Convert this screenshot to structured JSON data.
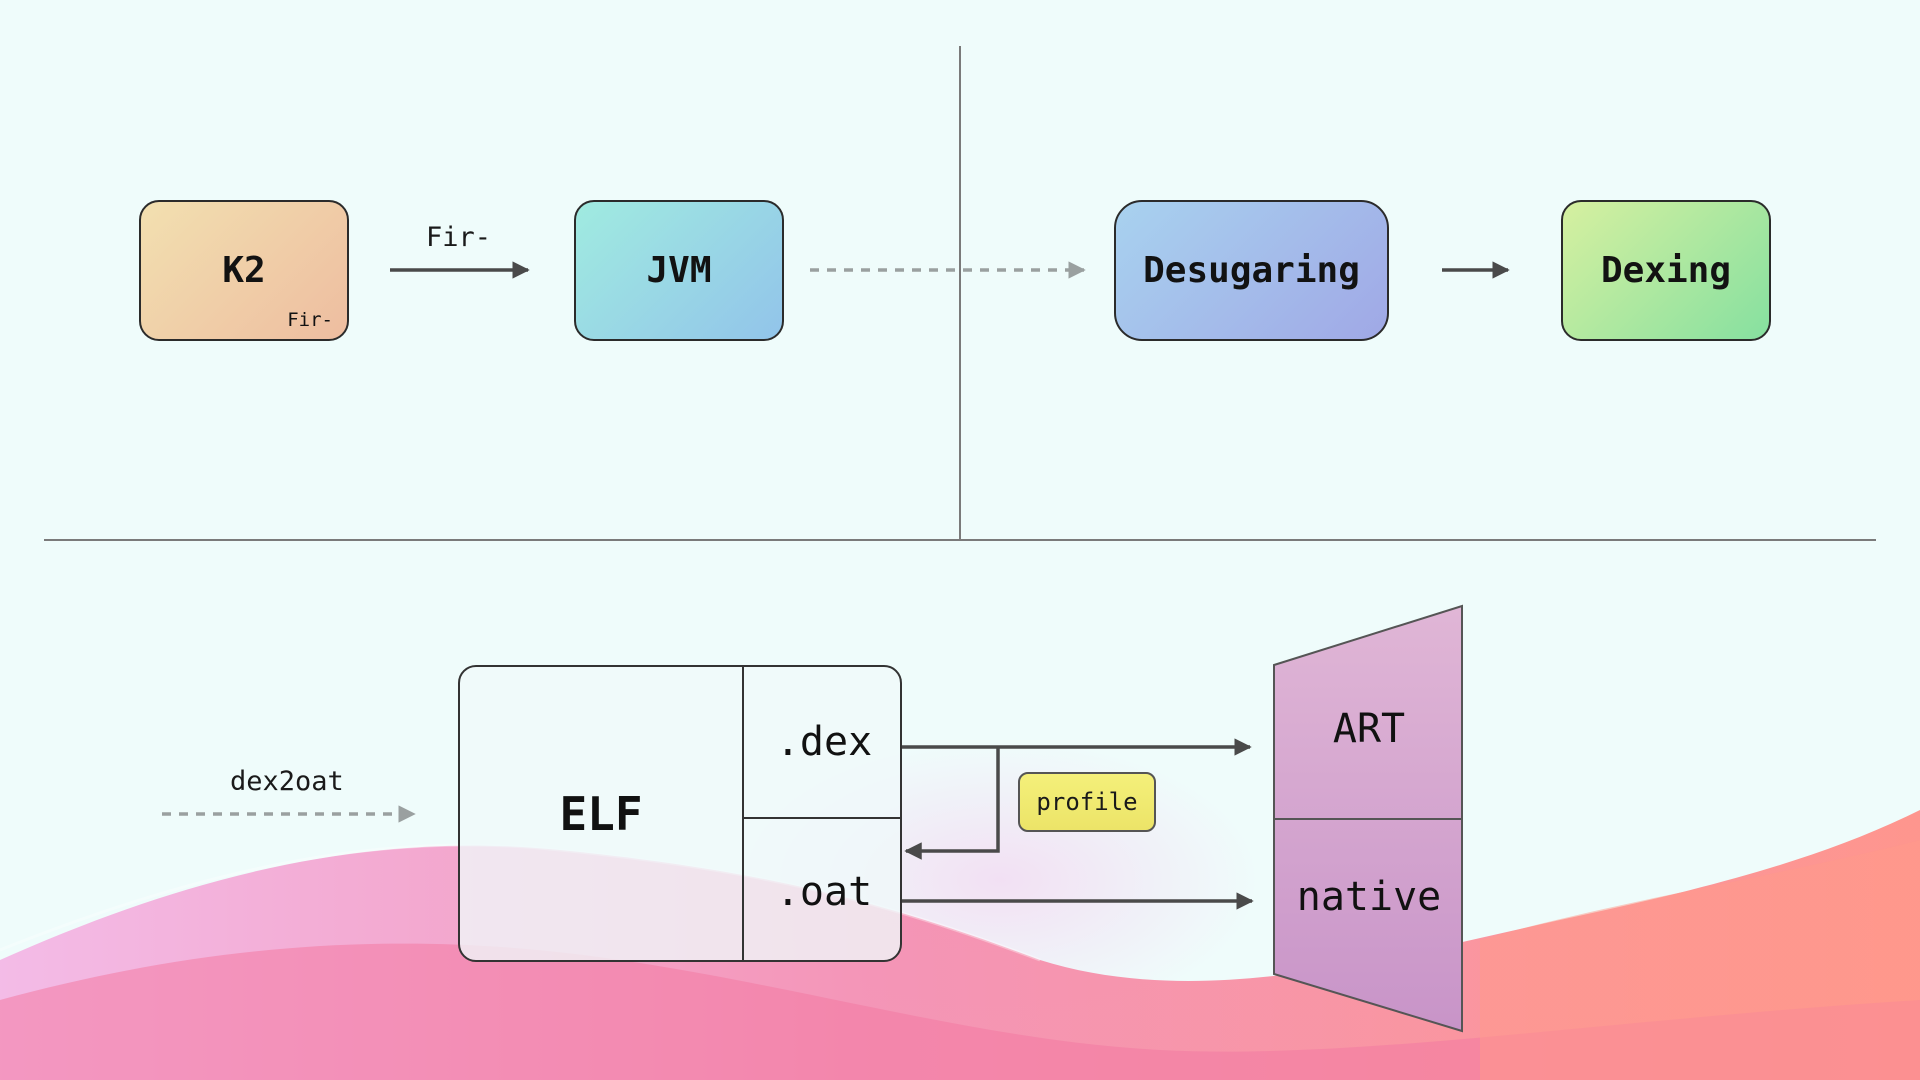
{
  "top_left": {
    "k2": {
      "label": "K2",
      "sub_label": "Fir-"
    },
    "edge_label": "Fir-",
    "jvm": {
      "label": "JVM"
    }
  },
  "top_right": {
    "desugaring": {
      "label": "Desugaring"
    },
    "dexing": {
      "label": "Dexing"
    }
  },
  "bottom": {
    "input_label": "dex2oat",
    "elf": {
      "label": "ELF",
      "sections": [
        ".dex",
        ".oat"
      ]
    },
    "profile_badge": "profile",
    "runtime": {
      "sections": [
        "ART",
        "native"
      ]
    }
  },
  "colors": {
    "background": "#effcfb",
    "divider": "#7a7a7a",
    "arrow": "#4a4a4a",
    "dashed_arrow": "#9aa0a0",
    "k2_fill": "#eebda0",
    "jvm_fill": "#92c4ea",
    "desugaring_fill": "#a0a8e6",
    "dexing_fill": "#86e0a0",
    "profile_fill": "#f4f07a",
    "runtime_fill": "#d4a8d8"
  }
}
